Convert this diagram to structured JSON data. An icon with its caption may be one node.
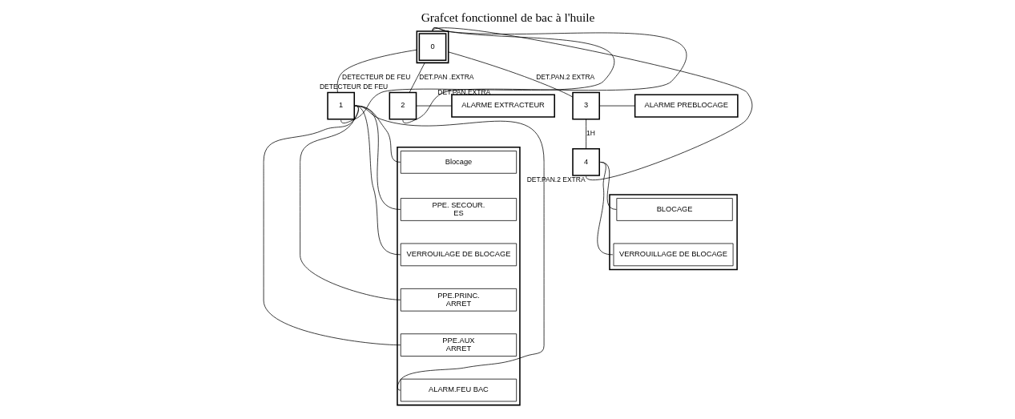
{
  "diagram": {
    "title": "Grafcet fonctionnel de bac à l'huile",
    "nodes": [
      {
        "text": [
          "0"
        ]
      },
      {
        "text": [
          "1"
        ]
      },
      {
        "text": [],
        "shape": "box"
      },
      {
        "text": [
          "Blocage"
        ],
        "in": 2
      },
      {
        "text": [
          "PPE. SECOUR.",
          "ES"
        ],
        "in": 2
      },
      {
        "text": [
          "VERROUILAGE DE BLOCAGE"
        ],
        "in": 2
      },
      {
        "text": [
          "PPE.PRINC.",
          "ARRET"
        ],
        "in": 2
      },
      {
        "text": [
          "PPE.AUX",
          "ARRET"
        ],
        "in": 2
      },
      {
        "text": [
          "ALARM.FEU BAC"
        ],
        "in": 2
      },
      {
        "text": [
          "2"
        ]
      },
      {
        "text": [
          "ALARME EXTRACTEUR"
        ]
      },
      {
        "text": [
          "3"
        ]
      },
      {
        "text": [
          "ALARME PREBLOCAGE"
        ]
      },
      {
        "text": [
          "4"
        ]
      },
      {
        "text": [],
        "shape": "box"
      },
      {
        "text": [
          "BLOCAGE"
        ],
        "in": 14
      },
      {
        "text": [
          "VERROUILLAGE DE BLOCAGE"
        ],
        "in": 14
      }
    ],
    "edges": [
      {
        "from": 0,
        "to": 1,
        "arrow": "none",
        "label": "DETECTEUR DE FEU"
      },
      {
        "from": 0,
        "to": 9,
        "arrow": "none",
        "label": "DET.PAN .EXTRA"
      },
      {
        "from": 0,
        "to": 11,
        "arrow": "none",
        "label": "DET.PAN.2 EXTRA"
      },
      {
        "from": 1,
        "to": 3,
        "arrow": "none"
      },
      {
        "from": 1,
        "to": 4,
        "arrow": "none"
      },
      {
        "from": 1,
        "to": 5,
        "arrow": "none"
      },
      {
        "from": 1,
        "to": 6,
        "arrow": "none"
      },
      {
        "from": 1,
        "to": 7,
        "arrow": "none"
      },
      {
        "from": 1,
        "to": 8,
        "arrow": "none"
      },
      {
        "from": 9,
        "to": 10,
        "arrow": "none"
      },
      {
        "from": 11,
        "to": 12,
        "arrow": "none"
      },
      {
        "from": 11,
        "to": 13,
        "arrow": "none",
        "label": "1H"
      },
      {
        "from": 13,
        "to": 15,
        "arrow": "none"
      },
      {
        "from": 13,
        "to": 16,
        "arrow": "none"
      },
      {
        "from": 1,
        "to": 0,
        "arrow": "none",
        "label": "DETECTEUR DE FEU"
      },
      {
        "from": 9,
        "to": 0,
        "arrow": "none",
        "label": "DET.PAN.EXTRA"
      },
      {
        "from": 13,
        "to": 0,
        "arrow": "none",
        "label": "DET.PAN.2 EXTRA"
      }
    ]
  }
}
